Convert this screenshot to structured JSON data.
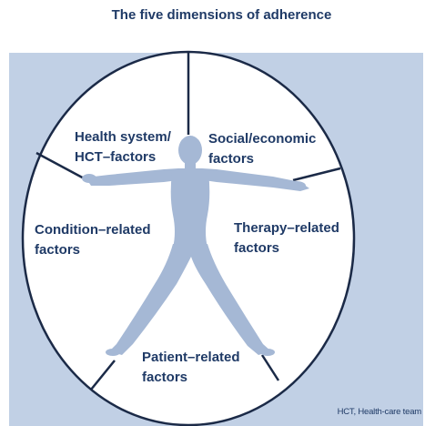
{
  "title": "The five dimensions of adherence",
  "segments": [
    {
      "line1": "Health system/",
      "line2": "HCT–factors"
    },
    {
      "line1": "Social/economic",
      "line2": "factors"
    },
    {
      "line1": "Therapy–related",
      "line2": "factors"
    },
    {
      "line1": "Patient–related",
      "line2": "factors"
    },
    {
      "line1": "Condition–related",
      "line2": "factors"
    }
  ],
  "footnote": "HCT, Health-care team",
  "colors": {
    "background_panel": "#c1d0e5",
    "circle_fill": "#ffffff",
    "outline": "#1b2a47",
    "figure": "#a5b8d5",
    "text": "#1f3a66"
  }
}
